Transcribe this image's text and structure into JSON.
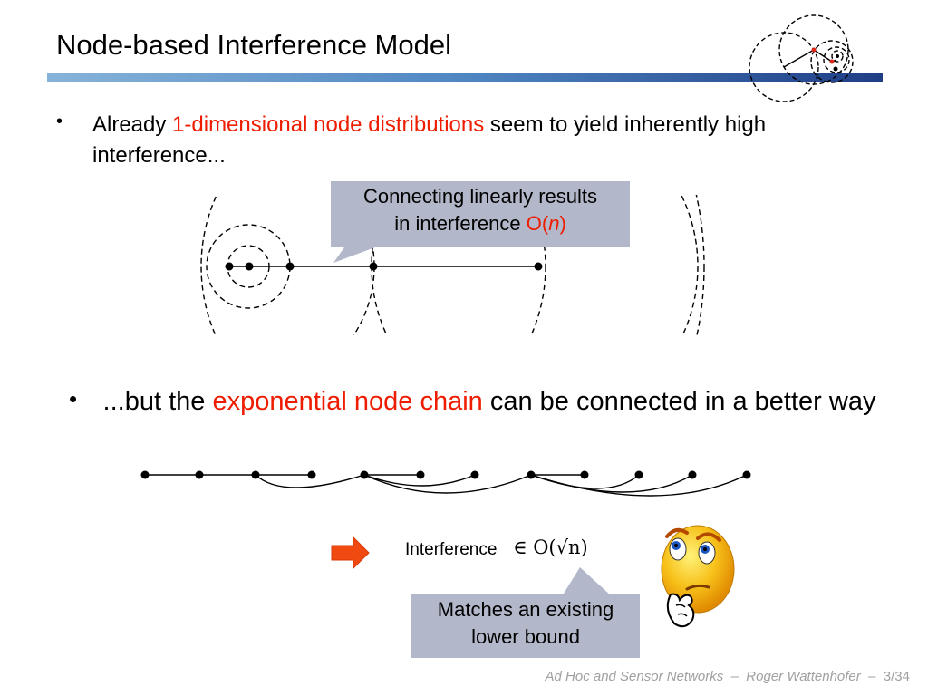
{
  "slide": {
    "title": "Node-based Interference Model",
    "bullet1": {
      "prefix": "Already ",
      "highlight": "1-dimensional node distributions",
      "suffix": " seem to yield inherently high interference..."
    },
    "callout1": {
      "line1": "Connecting linearly results",
      "line2_prefix": "in interference ",
      "big_o": "O(",
      "n": "n",
      "close": ")"
    },
    "bullet2": {
      "prefix": "...but the ",
      "highlight": "exponential node chain",
      "suffix": " can be connected in a better way"
    },
    "interference": {
      "label": "Interference",
      "formula": "∈ O(√n)"
    },
    "callout2": {
      "line1": "Matches an existing",
      "line2": "lower bound"
    },
    "footer": {
      "course": "Ad Hoc and Sensor Networks",
      "sep": "–",
      "author": "Roger Wattenhofer",
      "page": "3/34"
    }
  },
  "colors": {
    "highlight": "#ee1c00",
    "callout_bg": "#b2b8c9",
    "arrow": "#f04a10",
    "footer_text": "#a0a0a0",
    "title_bar_start": "#86b3d9",
    "title_bar_end": "#1f3e86",
    "smiley_face": "#f7c11a"
  },
  "icons": {
    "corner_logo": "overlapping-circles-icon",
    "arrow": "right-arrow-icon",
    "emoji": "thinking-smiley-icon"
  }
}
